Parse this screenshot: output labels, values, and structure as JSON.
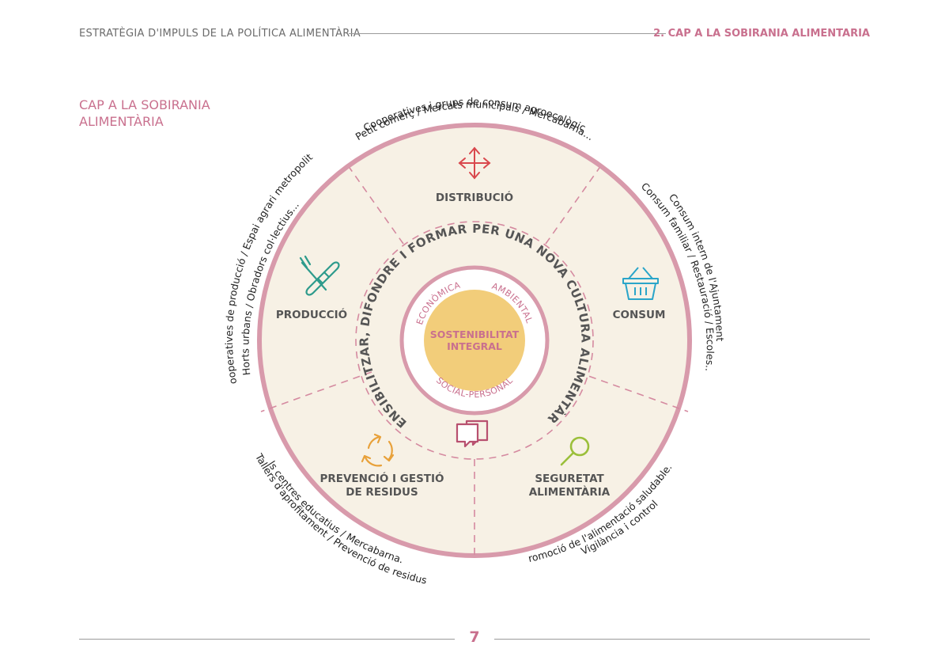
{
  "header": {
    "left": "ESTRATÈGIA D'IMPULS DE LA POLÍTICA ALIMENTÀRIA",
    "right": "2. CAP A LA SOBIRANIA ALIMENTARIA"
  },
  "section_title": [
    "CAP A LA SOBIRANIA",
    "ALIMENTÀRIA"
  ],
  "diagram": {
    "center": [
      "SOSTENIBILITAT",
      "INTEGRAL"
    ],
    "dimensions": {
      "economica": "ECONÒMICA",
      "ambiental": "AMBIENTAL",
      "social": "SOCIAL-PERSONAL"
    },
    "middle_ring": "SENSIBILITZAR, DIFONDRE I FORMAR PER UNA NOVA CULTURA ALIMENTÀRIA",
    "sectors": {
      "distribucio": {
        "label": "DISTRIBUCIÓ",
        "icon": "move-arrows-icon",
        "color": "#d9484d"
      },
      "consum": {
        "label": "CONSUM",
        "icon": "basket-icon",
        "color": "#2aa5c9"
      },
      "produccio": {
        "label": "PRODUCCIÓ",
        "icon": "fork-bread-icon",
        "color": "#2e9b8c"
      },
      "residus": {
        "label1": "PREVENCIÓ I GESTIÓ",
        "label2": "DE RESIDUS",
        "icon": "recycle-icon",
        "color": "#e8a13a"
      },
      "seguretat": {
        "label1": "SEGURETAT",
        "label2": "ALIMENTÀRIA",
        "icon": "magnifier-icon",
        "color": "#9bbf3a"
      }
    },
    "outer_text": {
      "top1": "Cooperatives i grups de consum agroecològic",
      "top2": "Petit comerç / Mercats municipals / Mercabarna...",
      "left1": "Cooperatives de producció / Espai agrari metropolità",
      "left2": "Horts urbans / Obradors col·lectius...",
      "right1": "Consum intern de l'Ajuntament",
      "right2": "Consum familiar / Restauració / Escoles...",
      "bl1": "Tallers d'aprofitament / Prevenció de residus",
      "bl2": "als centres educatius / Mercabarna...",
      "br1": "Promoció de l'alimentació saludable...",
      "br2": "Vigilància i control"
    },
    "colors": {
      "accent": "#c9708e",
      "ring": "#d89aab",
      "fill": "#f7f1e5",
      "core": "#f2cd7a",
      "text": "#555555"
    }
  },
  "footer": {
    "page": "7"
  }
}
